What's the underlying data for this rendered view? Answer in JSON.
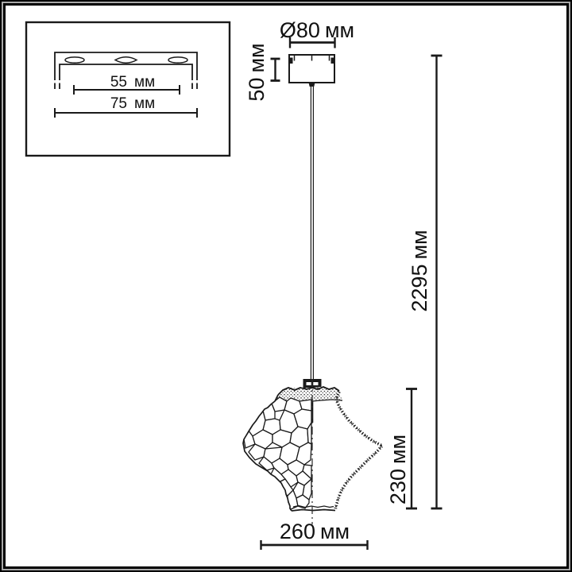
{
  "diagram": {
    "title": "pendant-lamp-dimension-drawing",
    "colors": {
      "line": "#1a1a1a",
      "background": "#ffffff",
      "frame_black": "#000000",
      "frame_gray": "#a9a9a9"
    },
    "inset_bracket": {
      "inner_width": {
        "value": "55",
        "unit": "мм"
      },
      "outer_width": {
        "value": "75",
        "unit": "мм"
      }
    },
    "fixture": {
      "canopy_diameter": {
        "value": "Ø80",
        "unit": "мм"
      },
      "canopy_height": {
        "value": "50",
        "unit": "мм"
      },
      "total_height": {
        "value": "2295",
        "unit": "мм"
      },
      "shade_height": {
        "value": "230",
        "unit": "мм"
      },
      "shade_width": {
        "value": "260",
        "unit": "мм"
      }
    }
  }
}
